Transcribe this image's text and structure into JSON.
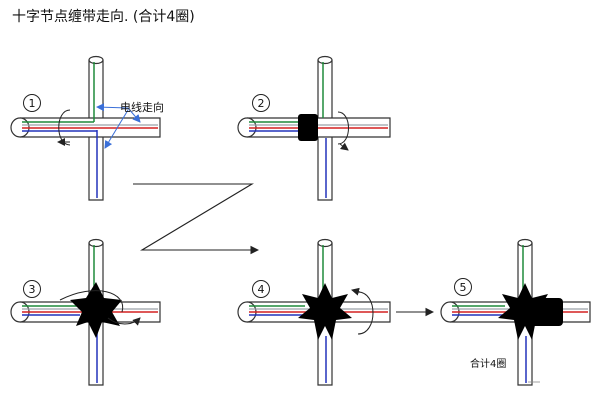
{
  "title": "十字节点缠带走向. (合计4圈)",
  "annotation_wire_direction": "电线走向",
  "annotation_total": "合计4圈",
  "steps": [
    {
      "label": "1",
      "tape": "none"
    },
    {
      "label": "2",
      "tape": "band"
    },
    {
      "label": "3",
      "tape": "star-partial"
    },
    {
      "label": "4",
      "tape": "star"
    },
    {
      "label": "5",
      "tape": "star-band"
    }
  ],
  "colors": {
    "tube_stroke": "#333333",
    "wire_red": "#d42020",
    "wire_blue": "#2233bb",
    "wire_green": "#1f8a3a",
    "wire_gray": "#9aa0a6",
    "tape": "#000000",
    "callout": "#3a6fd8"
  }
}
